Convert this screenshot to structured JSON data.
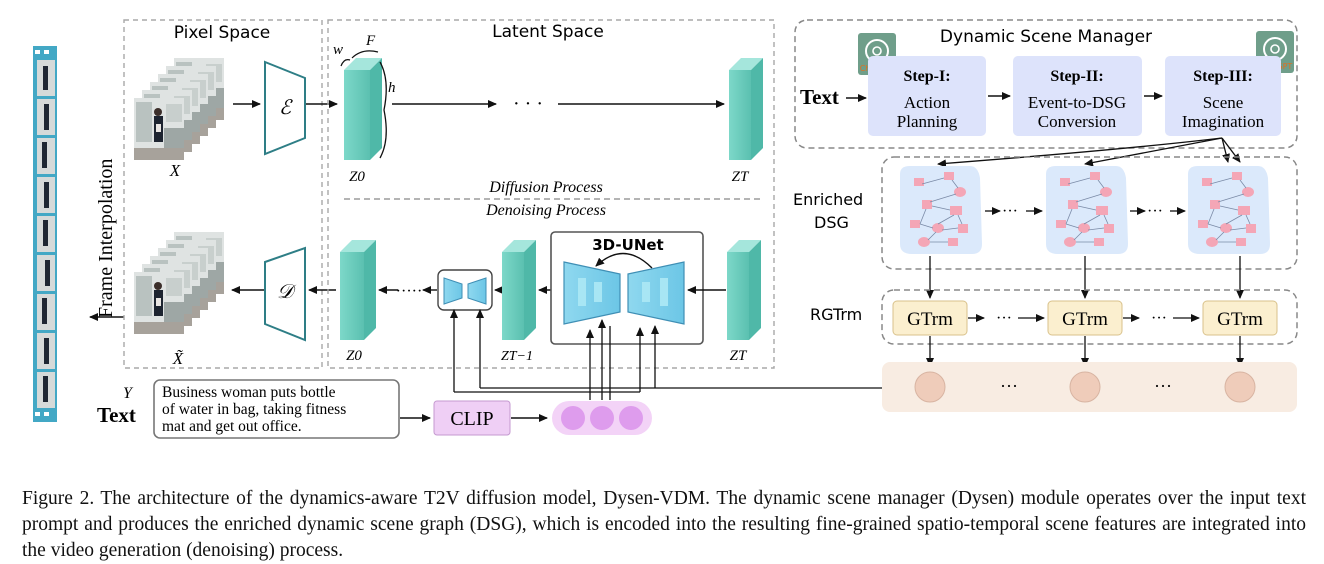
{
  "pixel_space": {
    "title": "Pixel Space",
    "input_label": "X",
    "output_label": "X̃",
    "encoder_symbol": "ℰ",
    "decoder_symbol": "𝒟"
  },
  "latent_space": {
    "title": "Latent Space",
    "w_label": "w",
    "f_label": "F",
    "h_label": "h",
    "z0_top": "Z0",
    "zt_top": "ZT",
    "diffusion": "Diffusion Process",
    "denoising": "Denoising Process",
    "z0_bottom": "Z0",
    "zt1_bottom": "ZT−1",
    "zt_bottom": "ZT",
    "unet_label": "3D-UNet",
    "ellipsis": "· · ·",
    "ellipsis_small": "·····"
  },
  "frame_interpolation": "Frame Interpolation",
  "text_input": {
    "text_label": "Text",
    "y_label": "Y",
    "prompt_line1": "Business woman puts bottle",
    "prompt_line2": "of water in bag, taking fitness",
    "prompt_line3": "mat and get out office.",
    "clip_label": "CLIP"
  },
  "dysen": {
    "title": "Dynamic Scene Manager",
    "text_label": "Text",
    "chatgpt_label": "ChatGPT",
    "steps": [
      {
        "title": "Step-I:",
        "line1": "Action",
        "line2": "Planning"
      },
      {
        "title": "Step-II:",
        "line1": "Event-to-DSG",
        "line2": "Conversion"
      },
      {
        "title": "Step-III:",
        "line1": "Scene",
        "line2": "Imagination"
      }
    ]
  },
  "enriched_dsg_label_1": "Enriched",
  "enriched_dsg_label_2": "DSG",
  "rgtrm_label": "RGTrm",
  "gtrm_label": "GTrm",
  "dots": "···",
  "caption": {
    "label": "Figure 2.",
    "text": "The architecture of the dynamics-aware T2V diffusion model, Dysen-VDM. The dynamic scene manager (Dysen) module operates over the input text prompt and produces the enriched dynamic scene graph (DSG), which is encoded into the resulting fine-grained spatio-temporal scene features are integrated into the video generation (denoising) process."
  },
  "colors": {
    "teal": "#7fd6c8",
    "teal_dark": "#4fb8a8",
    "encoder_stroke": "#2e7e86",
    "step_box": "#dde3fb",
    "gtrm_box": "#fbefcf",
    "clip_box": "#efcff5",
    "feature_band": "#f8ece2",
    "feature_node": "#efccba",
    "dsg_bg": "#dbe9fb",
    "dsg_node": "#f7b3c0",
    "chatgpt": "#6f9e8a",
    "film": "#43a8c5"
  }
}
